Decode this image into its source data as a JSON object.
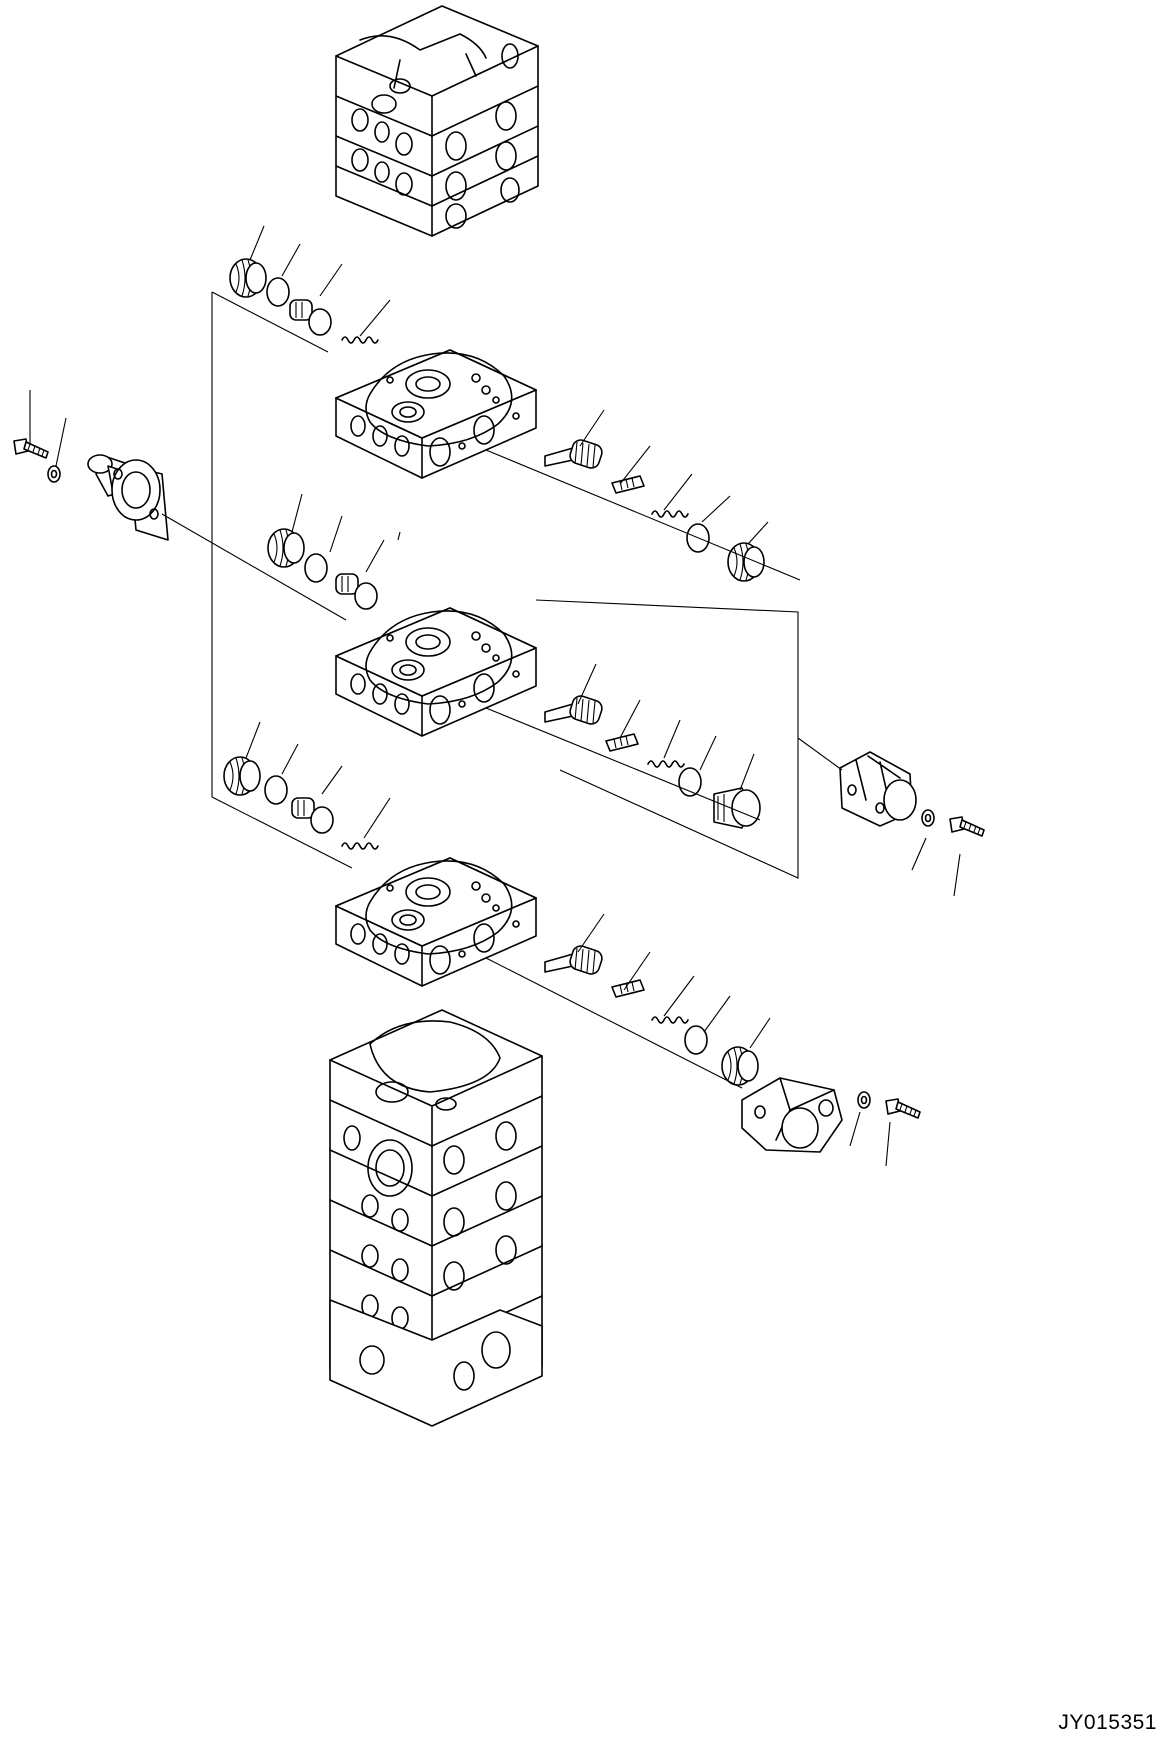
{
  "figure": {
    "drawing_code": "JY015351"
  },
  "parts": {
    "upper_stack": "valve-block-stack-top",
    "section_1": "valve-section-1",
    "section_2": "valve-section-2",
    "section_3": "valve-section-3",
    "lower_stack": "valve-block-stack-bottom",
    "left_cover": "end-cover-left",
    "right_cover": "end-cover-right",
    "bottom_cover": "end-cover-bottom"
  }
}
